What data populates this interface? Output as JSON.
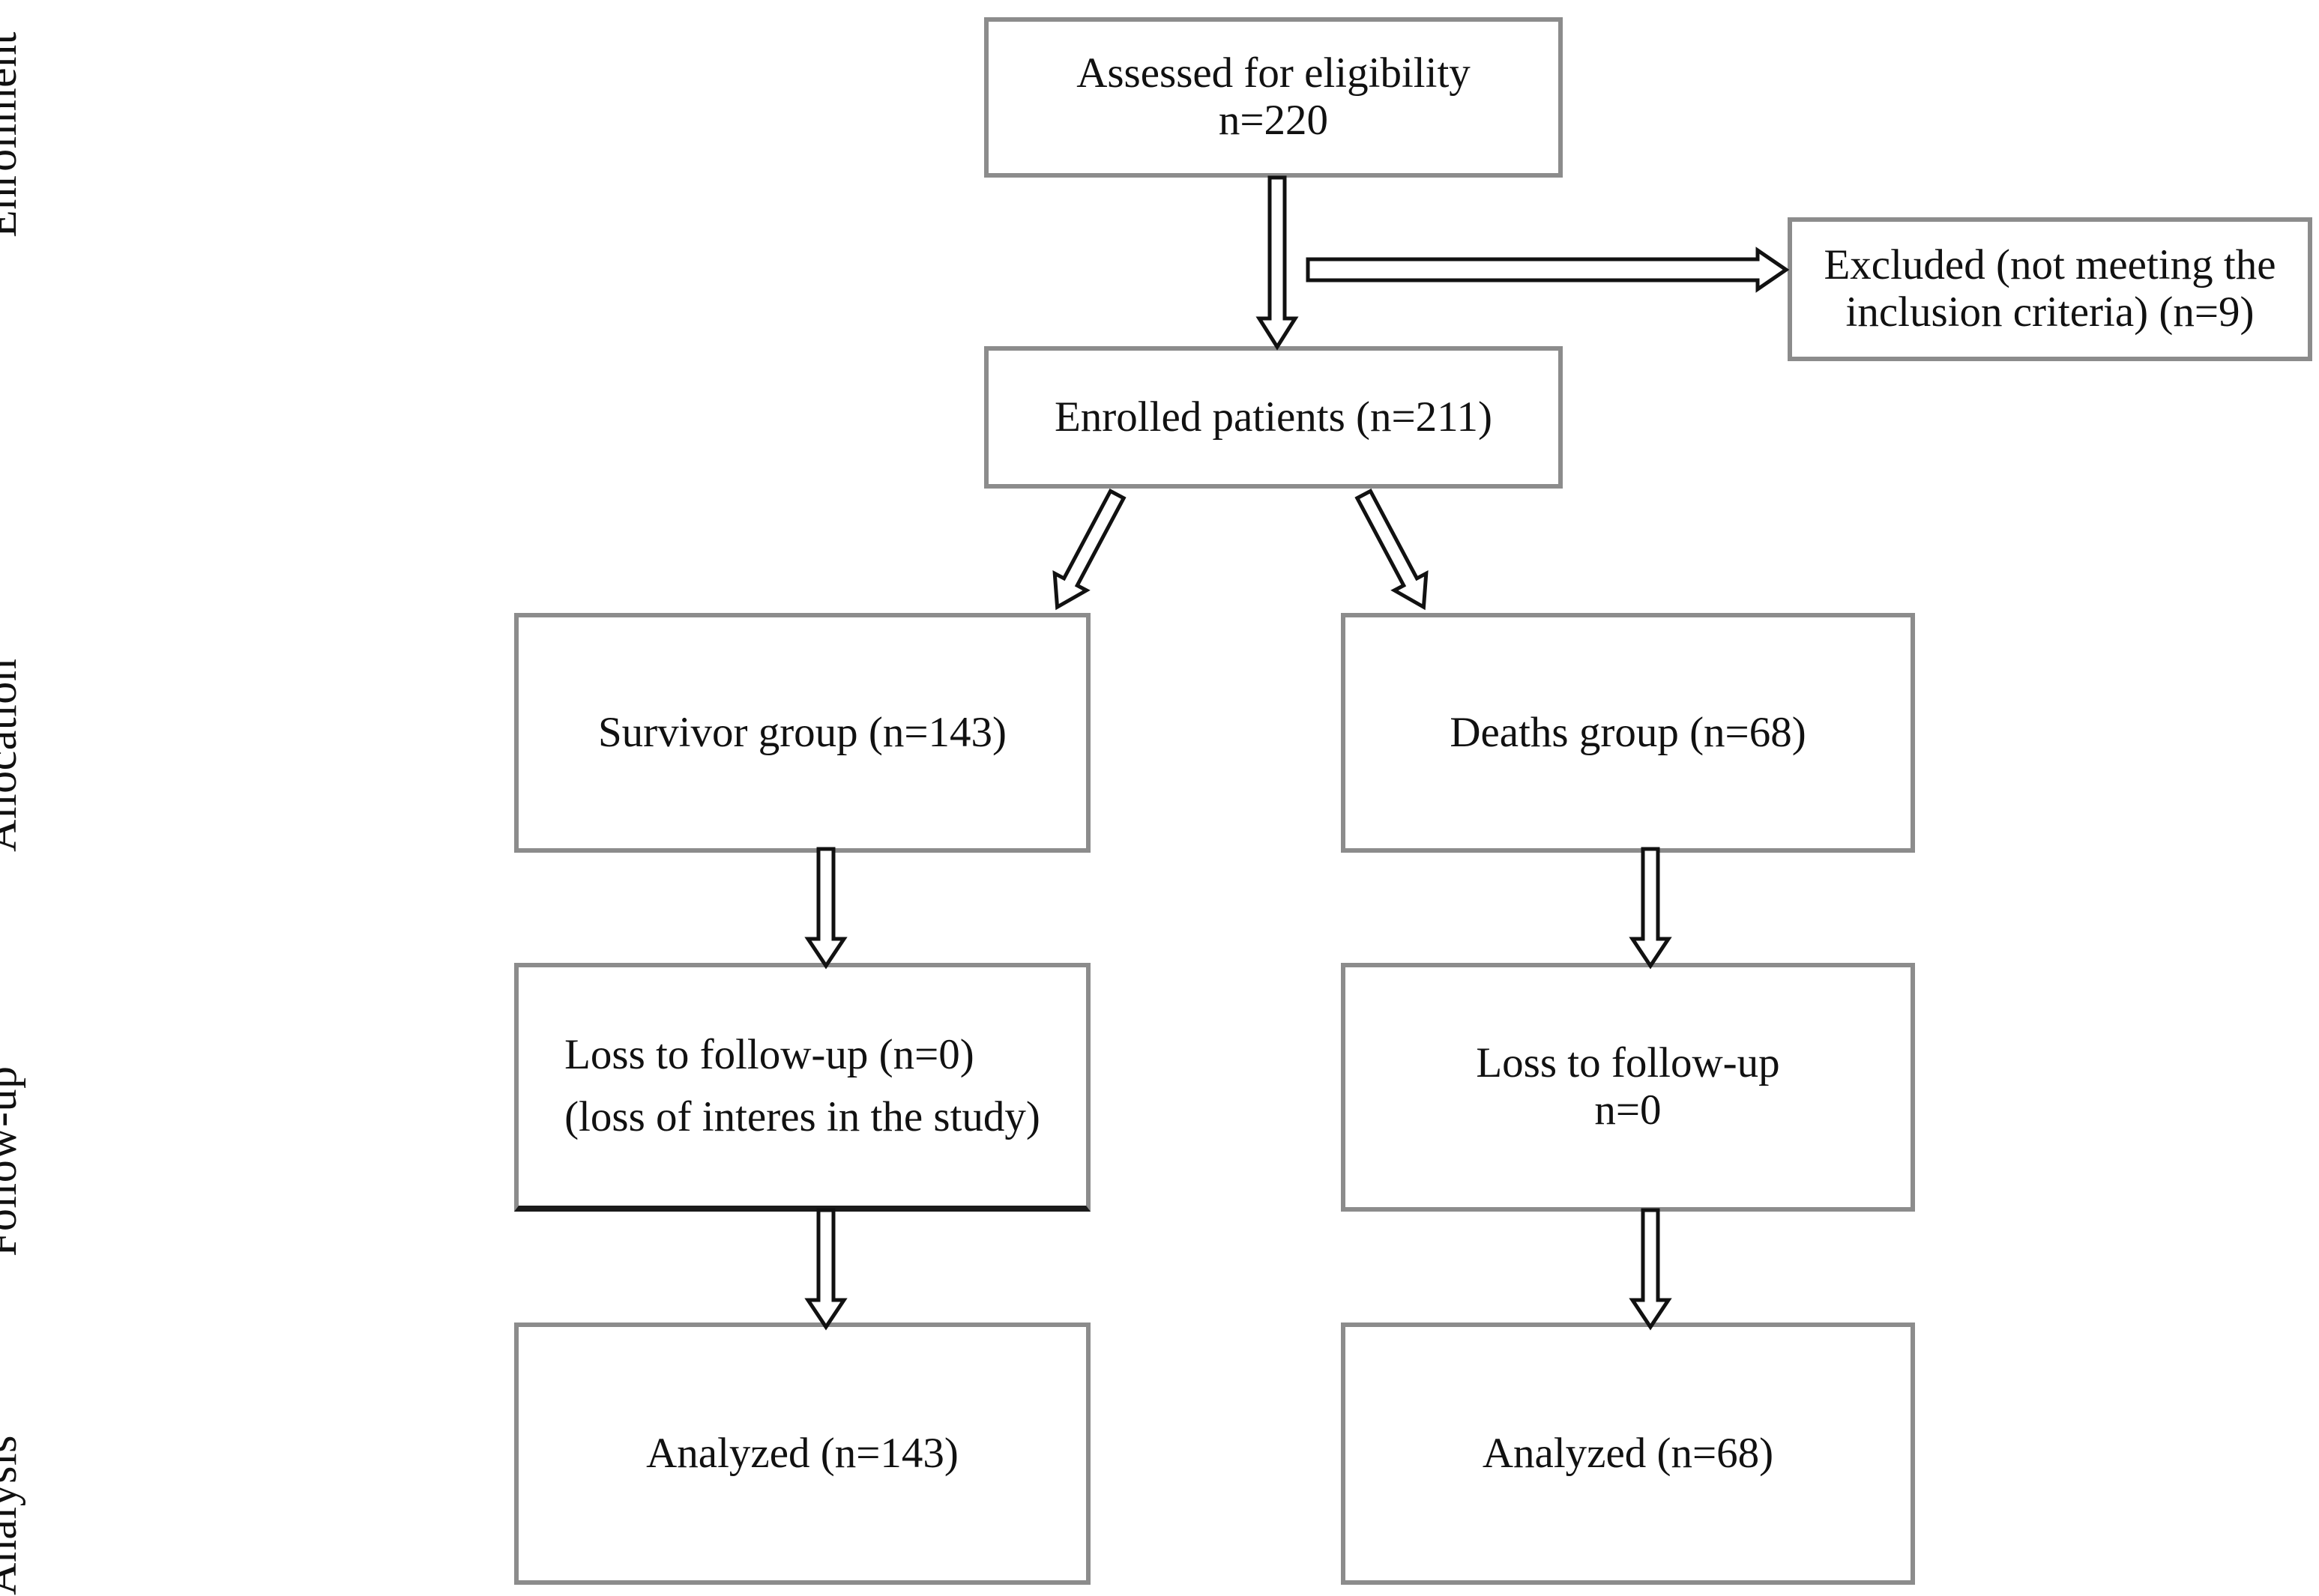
{
  "diagram": {
    "type": "consort-flow-diagram",
    "stages": [
      {
        "id": "enrollment",
        "label": "Enrollment"
      },
      {
        "id": "allocation",
        "label": "Allocation"
      },
      {
        "id": "followup",
        "label": "Follow-up"
      },
      {
        "id": "analysis",
        "label": "Analysis"
      }
    ],
    "nodes": {
      "assessed": {
        "line1": "Assessed for eligibility",
        "line2": "n=220"
      },
      "excluded": {
        "line1": "Excluded (not meeting the",
        "line2": "inclusion criteria) (n=9)"
      },
      "enrolled": {
        "line1": "Enrolled patients (n=211)"
      },
      "survivor_group": {
        "line1": "Survivor group (n=143)"
      },
      "deaths_group": {
        "line1": "Deaths group (n=68)"
      },
      "followup_left": {
        "line1": "Loss to follow-up (n=0)",
        "line2": "(loss of interes in the study)"
      },
      "followup_right": {
        "line1": "Loss to follow-up",
        "line2": "n=0"
      },
      "analyzed_left": {
        "line1": "Analyzed (n=143)"
      },
      "analyzed_right": {
        "line1": "Analyzed (n=68)"
      }
    },
    "edges": [
      {
        "id": "assessed-to-enrolled",
        "from": "assessed",
        "to": "enrolled",
        "shape": "vertical-block-arrow"
      },
      {
        "id": "assessed-to-excluded",
        "from": "assessed",
        "to": "excluded",
        "shape": "horizontal-block-arrow"
      },
      {
        "id": "enrolled-to-survivor",
        "from": "enrolled",
        "to": "survivor_group",
        "shape": "diagonal-block-arrow-left"
      },
      {
        "id": "enrolled-to-deaths",
        "from": "enrolled",
        "to": "deaths_group",
        "shape": "diagonal-block-arrow-right"
      },
      {
        "id": "survivor-to-followup",
        "from": "survivor_group",
        "to": "followup_left",
        "shape": "vertical-block-arrow"
      },
      {
        "id": "deaths-to-followup",
        "from": "deaths_group",
        "to": "followup_right",
        "shape": "vertical-block-arrow"
      },
      {
        "id": "followupleft-to-analyzed",
        "from": "followup_left",
        "to": "analyzed_left",
        "shape": "vertical-block-arrow"
      },
      {
        "id": "followupright-to-analyzed",
        "from": "followup_right",
        "to": "analyzed_right",
        "shape": "vertical-block-arrow"
      }
    ],
    "colors": {
      "box_border": "#8c8c8c",
      "box_border_dark": "#1a1a1a",
      "arrow_stroke": "#111111",
      "arrow_fill": "#ffffff",
      "text": "#111111",
      "background": "#ffffff"
    }
  }
}
